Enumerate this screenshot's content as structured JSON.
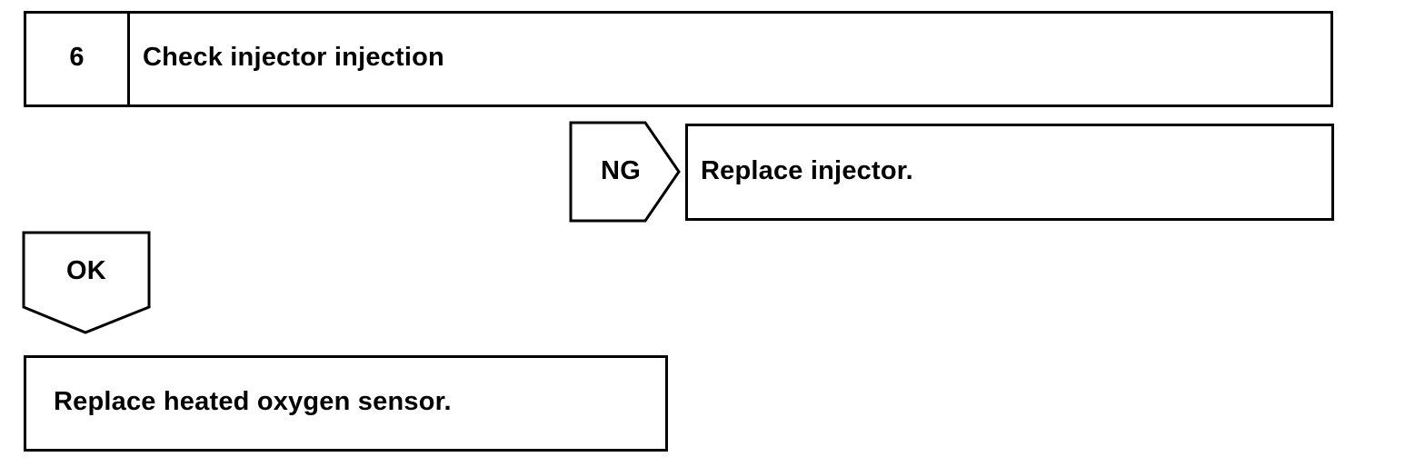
{
  "step": {
    "number": "6",
    "title": "Check injector injection"
  },
  "ng_branch": {
    "label": "NG",
    "action": "Replace injector."
  },
  "ok_branch": {
    "label": "OK",
    "action": "Replace heated oxygen sensor."
  }
}
